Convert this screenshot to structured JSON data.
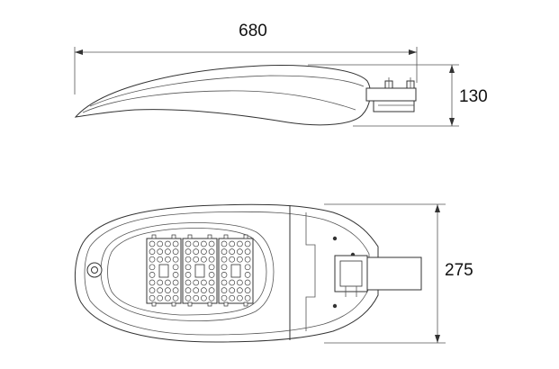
{
  "dimensions": {
    "length": "680",
    "height": "130",
    "width": "275"
  },
  "colors": {
    "line": "#333333",
    "background": "#ffffff"
  }
}
